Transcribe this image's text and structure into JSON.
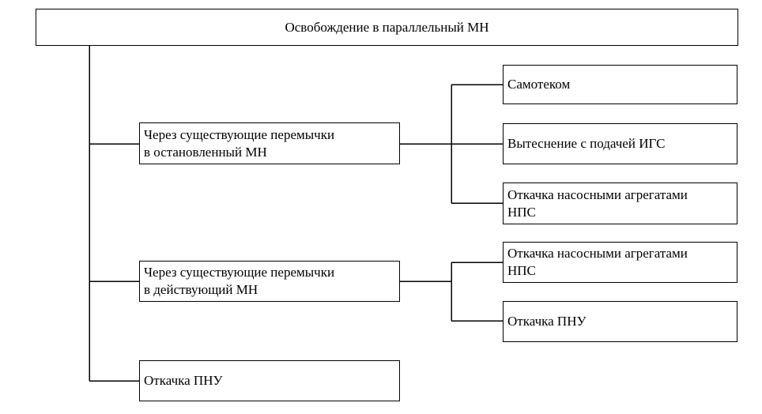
{
  "diagram": {
    "root": {
      "label": "Освобождение в параллельный МН"
    },
    "branches": [
      {
        "label": "Через существующие перемычки\nв остановленный МН",
        "children": [
          {
            "label": "Самотеком"
          },
          {
            "label": "Вытеснение с подачей ИГС"
          },
          {
            "label": "Откачка насосными агрегатами\nНПС"
          }
        ]
      },
      {
        "label": "Через существующие перемычки\nв действующий МН",
        "children": [
          {
            "label": "Откачка насосными агрегатами\nНПС"
          },
          {
            "label": "Откачка ПНУ"
          }
        ]
      },
      {
        "label": "Откачка ПНУ",
        "children": []
      }
    ]
  }
}
